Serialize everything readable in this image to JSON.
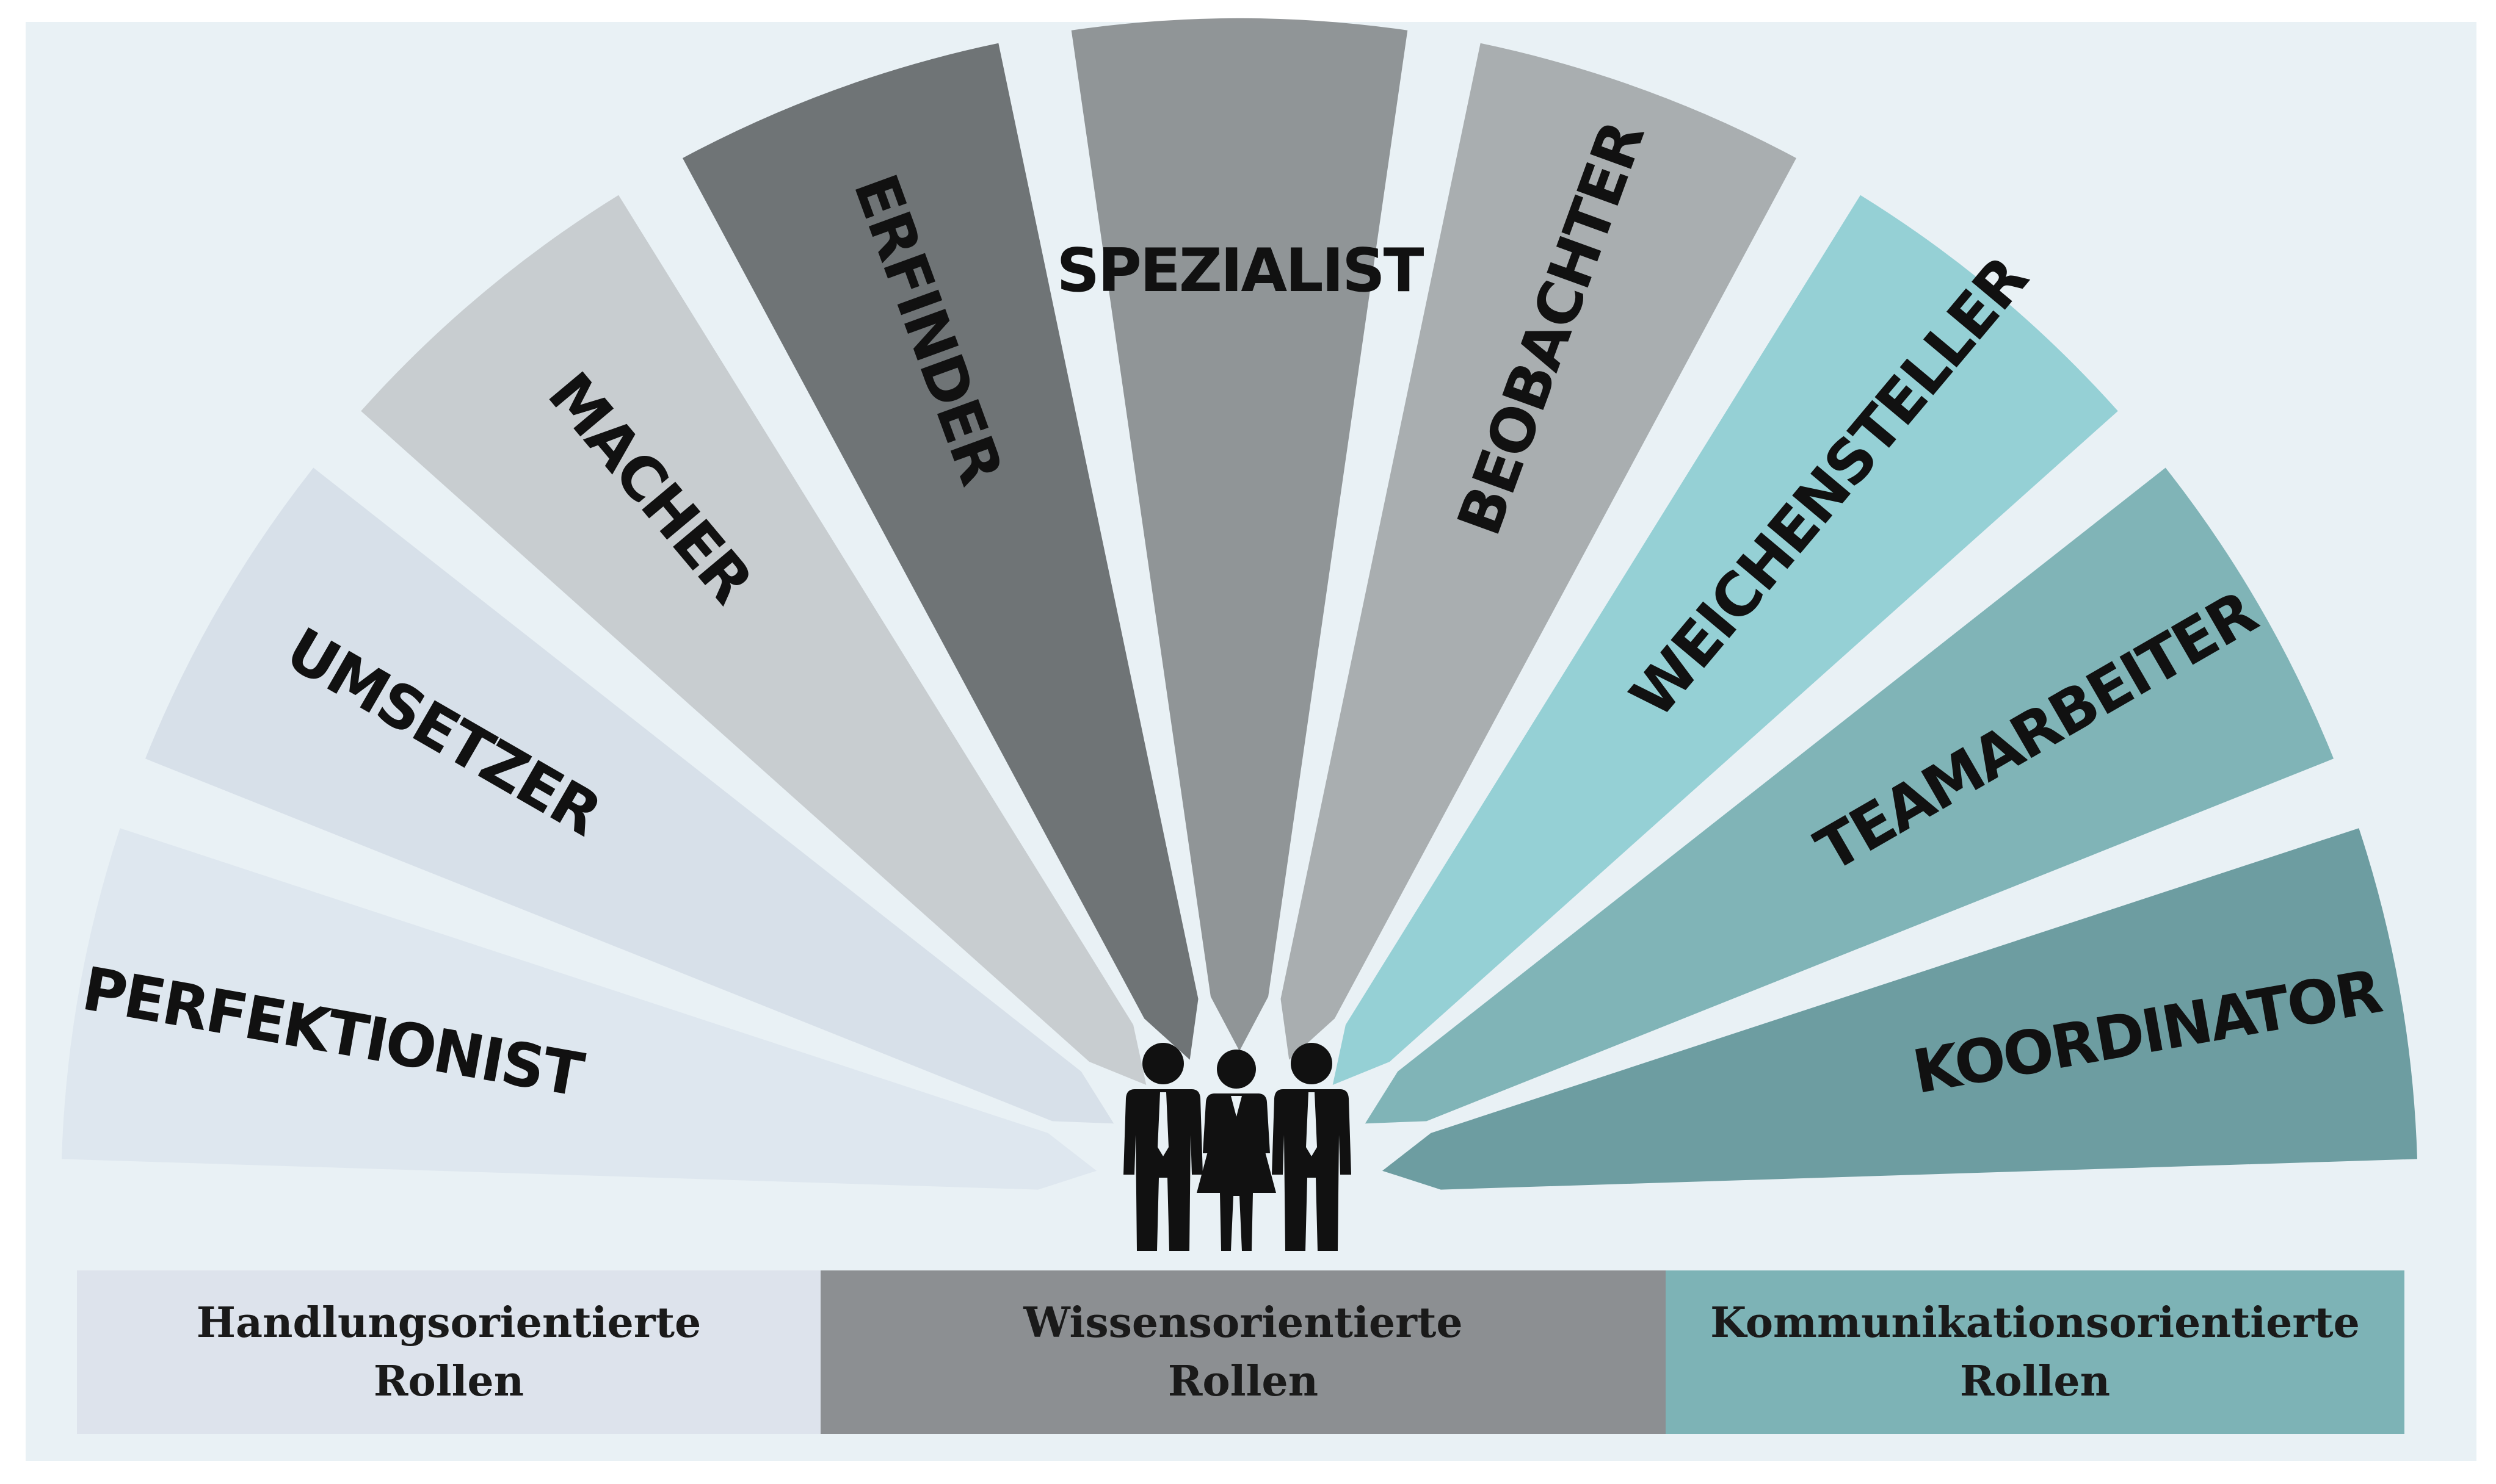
{
  "roles": [
    {
      "label": "PERFEKTIONIST",
      "color": "#dde5ee"
    },
    {
      "label": "UMSETZER",
      "color": "#d6dee8"
    },
    {
      "label": "MACHER",
      "color": "#c6cacd"
    },
    {
      "label": "ERFINDER",
      "color": "#676b6d"
    },
    {
      "label": "SPEZIALIST",
      "color": "#8a8e90"
    },
    {
      "label": "BEOBACHTER",
      "color": "#a5a9ab"
    },
    {
      "label": "WEICHENSTELLER",
      "color": "#8fcdd2"
    },
    {
      "label": "TEAMARBEITER",
      "color": "#79afb2"
    },
    {
      "label": "KOORDINATOR",
      "color": "#65979b"
    }
  ],
  "categories": [
    {
      "line1": "Handlungsorientierte",
      "line2": "Rollen",
      "color": "#dde3ec"
    },
    {
      "line1": "Wissensorientierte",
      "line2": "Rollen",
      "color": "#8c8f92"
    },
    {
      "line1": "Kommunikationsorientierte",
      "line2": "Rollen",
      "color": "#7db3b6"
    }
  ],
  "colors": {
    "background": "#e9f1f5",
    "figure": "#111111"
  },
  "icons": [
    "team-people-icon"
  ]
}
